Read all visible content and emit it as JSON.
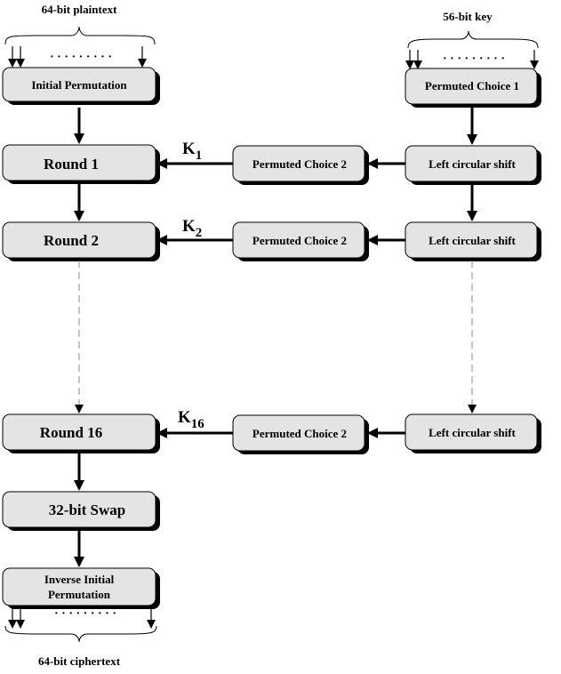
{
  "labels": {
    "plaintext": "64-bit plaintext",
    "key": "56-bit key",
    "ciphertext": "64-bit ciphertext"
  },
  "dots": "· · · · · · · · ·",
  "left_column": {
    "initial_permutation": "Initial Permutation",
    "round1": "Round 1",
    "round2": "Round 2",
    "round16": "Round 16",
    "swap": "32-bit Swap",
    "inverse_line1": "Inverse Initial",
    "inverse_line2": "Permutation"
  },
  "middle_column": {
    "pc2_1": "Permuted Choice 2",
    "pc2_2": "Permuted Choice 2",
    "pc2_16": "Permuted Choice 2"
  },
  "right_column": {
    "pc1": "Permuted Choice 1",
    "shift1": "Left circular shift",
    "shift2": "Left circular shift",
    "shift16": "Left circular shift"
  },
  "subkeys": {
    "k1_base": "K",
    "k1_sub": "1",
    "k2_base": "K",
    "k2_sub": "2",
    "k16_base": "K",
    "k16_sub": "16"
  },
  "colors": {
    "box_fill": "#e4e4e4",
    "shadow": "#000000",
    "line": "#000000",
    "dashed": "#888888"
  }
}
